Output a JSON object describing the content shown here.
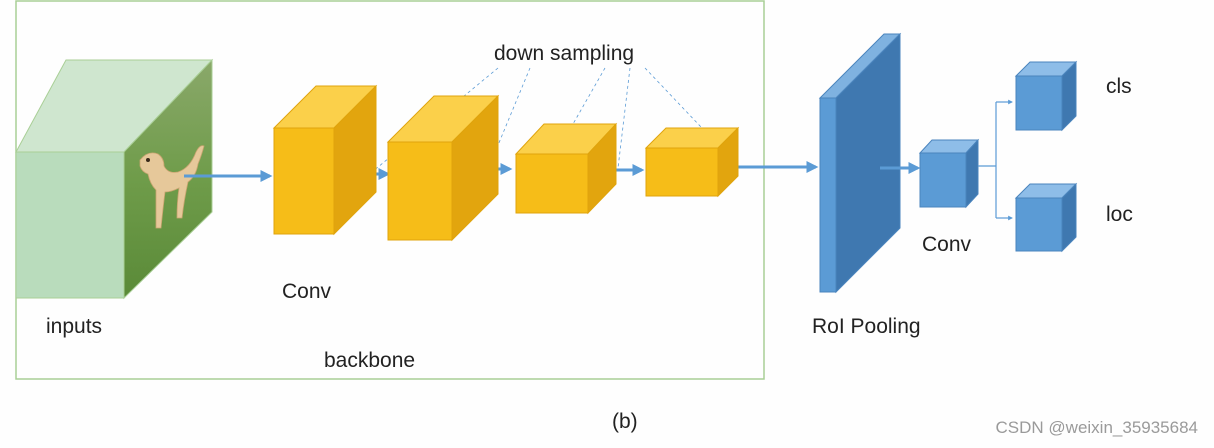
{
  "labels": {
    "down_sampling": "down sampling",
    "inputs": "inputs",
    "conv_backbone": "Conv",
    "backbone": "backbone",
    "roi_pooling": "RoI Pooling",
    "conv_head": "Conv",
    "cls": "cls",
    "loc": "loc",
    "caption": "(b)"
  },
  "watermark": "CSDN @weixin_35935684",
  "colors": {
    "backbone_border": "#a9cf96",
    "input_block": "#b5dbb9",
    "feature_block": "#f6bd18",
    "head_block": "#5b9bd5",
    "arrow": "#5b9bd5",
    "guide_line": "#5b9bd5"
  },
  "icons": {
    "input_image": "dog-photo"
  }
}
